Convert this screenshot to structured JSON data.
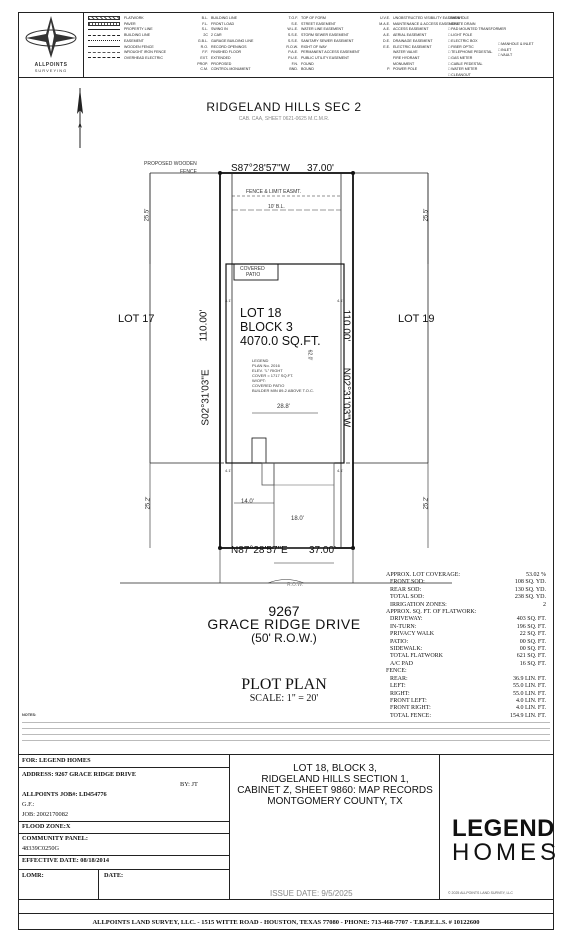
{
  "legend": {
    "company_name": "ALLPOINTS",
    "company_sub": "SURVEYING",
    "line_types": [
      "FLATWORK",
      "PAVER",
      "PROPERTY LINE",
      "BUILDING LINE",
      "EASEMENT",
      "WOODEN FENCE",
      "WROUGHT IRON FENCE",
      "OVERHEAD ELECTRIC"
    ],
    "abbrev_col1": [
      [
        "B.L.",
        "BUILDING LINE"
      ],
      [
        "F.L.",
        "FRONT LOAD"
      ],
      [
        "S.L.",
        "SWING IN"
      ],
      [
        "2C",
        "2 CAR"
      ],
      [
        "G.B.L.",
        "GARAGE BUILDING LINE"
      ],
      [
        "R.O.",
        "RECORD OPENINGS"
      ],
      [
        "F.F.",
        "FINISHED FLOOR"
      ],
      [
        "EXT.",
        "EXTENDED"
      ],
      [
        "PROP.",
        "PROPOSED"
      ],
      [
        "C.M.",
        "CONTROL MONUMENT"
      ]
    ],
    "abbrev_col2": [
      [
        "T.O.F.",
        "TOP OF FORM"
      ],
      [
        "S.E.",
        "STREET EASEMENT"
      ],
      [
        "W.L.E.",
        "WATER LINE EASEMENT"
      ],
      [
        "S.S.E.",
        "STORM SEWER EASEMENT"
      ],
      [
        "S.S.E.",
        "SANITARY SEWER EASEMENT"
      ],
      [
        "R.O.W.",
        "RIGHT OF WAY"
      ],
      [
        "P.A.E.",
        "PERMANENT ACCESS EASEMENT"
      ],
      [
        "P.U.E.",
        "PUBLIC UTILITY EASEMENT"
      ],
      [
        "F.N.",
        "FOUND"
      ],
      [
        "BND.",
        "BOUND"
      ]
    ],
    "abbrev_col3": [
      [
        "U.V.E.",
        "UNOBSTRUCTED VISIBILITY EASEMENT"
      ],
      [
        "M.A.E.",
        "MAINTENANCE & ACCESS EASEMENT"
      ],
      [
        "A.E.",
        "ACCESS EASEMENT"
      ],
      [
        "A.E.",
        "AERIAL EASEMENT"
      ],
      [
        "D.E.",
        "DRAINAGE EASEMENT"
      ],
      [
        "E.E.",
        "ELECTRIC EASEMENT"
      ],
      [
        "",
        "WATER VALVE"
      ],
      [
        "",
        "FIRE HYDRANT"
      ],
      [
        "",
        "MONUMENT"
      ],
      [
        "P.",
        "POWER POLE"
      ]
    ],
    "abbrev_col4": [
      "MANHOLE",
      "GRATE DRAIN",
      "PAD MOUNTED TRANSFORMER",
      "LIGHT POLE",
      "ELECTRIC BOX",
      "FIBER OPTIC",
      "TELEPHONE PEDESTAL",
      "GAS METER",
      "CABLE PEDESTAL",
      "WATER METER",
      "CLEANOUT"
    ],
    "abbrev_col5": [
      "MANHOLE & INLET",
      "INLET",
      "VAULT"
    ]
  },
  "plan": {
    "subdivision": "RIDGELAND HILLS SEC 2",
    "cab_ref": "CAB. CAA, SHEET 0621-0625 M.C.M.R.",
    "top_bearing": "S87°28'57\"W",
    "top_distance": "37.00'",
    "proposed_fence_1": "PROPOSED WOODEN",
    "proposed_fence_2": "FENCE",
    "fence_label_top": "FENCE & LIMIT EASMT.",
    "bl_top": "10' B.L.",
    "dim_left_top": "25.5'",
    "dim_right_top": "25.5'",
    "covered_patio_1": "COVERED",
    "covered_patio_2": "PATIO",
    "lot_left": "LOT 17",
    "lot_right": "LOT 19",
    "lot_line1": "LOT 18",
    "lot_line2": "BLOCK 3",
    "lot_line3": "4070.0 SQ.FT.",
    "left_dim": "110.00'",
    "right_dim": "110.00'",
    "left_bearing": "S02°31'03\"E",
    "right_bearing": "N02°31'03\"W",
    "side_41_a": "4.1'",
    "side_41_b": "4.1'",
    "side_41_c": "4.1'",
    "side_41_d": "4.1'",
    "house_width": "28.8'",
    "house_side": "62.0'",
    "house_note": [
      "LEGEND",
      "PLAN No. 2016",
      "ELEV. \"L\" RIGHT",
      "COVER = 1717 SQ.FT.",
      "W/OPT:",
      "COVERED PATIO",
      "BUILDER MIN 89-2 ABOVE T.O.C."
    ],
    "dim_left_bot": "25.2'",
    "dim_right_bot": "25.2'",
    "drive_dim": "14.0'",
    "drive_dim2": "18.0'",
    "bottom_bearing": "N87°28'57\"E",
    "bottom_distance": "37.00'",
    "row_label": "R.O.W.",
    "address_number": "9267",
    "street_name": "GRACE RIDGE DRIVE",
    "street_row": "(50' R.O.W.)",
    "plot_plan_title": "PLOT PLAN",
    "scale": "SCALE: 1\" = 20'"
  },
  "coverage": {
    "title": "APPROX. LOT COVERAGE:",
    "value": "53.02 %",
    "rows": [
      [
        "FRONT SOD:",
        "108 SQ. YD."
      ],
      [
        "REAR SOD:",
        "130 SQ. YD."
      ],
      [
        "TOTAL SOD:",
        "238 SQ. YD."
      ],
      [
        "IRRIGATION ZONES:",
        "2"
      ]
    ],
    "flatwork_title": "APPROX. SQ. FT. OF FLATWORK:",
    "flatwork": [
      [
        "DRIVEWAY:",
        "403 SQ. FT."
      ],
      [
        "IN-TURN:",
        "196 SQ. FT."
      ],
      [
        "PRIVACY WALK",
        "22 SQ. FT."
      ],
      [
        "PATIO:",
        "00 SQ. FT."
      ],
      [
        "SIDEWALK:",
        "00 SQ. FT."
      ],
      [
        "TOTAL FLATWORK",
        "621 SQ. FT."
      ],
      [
        "A/C PAD",
        "16 SQ. FT."
      ]
    ],
    "fence_title": "FENCE:",
    "fence": [
      [
        "REAR:",
        "36.9 LIN. FT."
      ],
      [
        "LEFT:",
        "55.0 LIN. FT."
      ],
      [
        "RIGHT:",
        "55.0 LIN. FT."
      ],
      [
        "FRONT LEFT:",
        "4.0 LIN. FT."
      ],
      [
        "FRONT RIGHT:",
        "4.0 LIN. FT."
      ],
      [
        "TOTAL FENCE:",
        "154.9 LIN. FT."
      ]
    ]
  },
  "notes_label": "NOTES:",
  "title_block": {
    "for": "FOR:  LEGEND HOMES",
    "address": "ADDRESS: 9267 GRACE RIDGE DRIVE",
    "by": "BY: JT",
    "job_no": "ALLPOINTS JOB#: LD454776",
    "gf": "G.F.:",
    "job": "JOB: 2002170082",
    "flood": "FLOOD ZONE:X",
    "panel_label": "COMMUNITY PANEL:",
    "panel": "48339C0250G",
    "effective": "EFFECTIVE DATE: 08/18/2014",
    "lomr": "LOMR:",
    "date": "DATE:",
    "legal": [
      "LOT 18, BLOCK 3,",
      "RIDGELAND HILLS SECTION 1,",
      "CABINET Z, SHEET 9860: MAP RECORDS",
      "MONTGOMERY COUNTY, TX"
    ],
    "issue_date": "ISSUE DATE: 9/5/2025",
    "brand_line1": "LEGEND",
    "brand_line2": "HOMES",
    "copyright": "© 2025 ALLPOINTS LAND SURVEY, LLC",
    "footer": "ALLPOINTS LAND SURVEY, LLC. - 1515 WITTE ROAD - HOUSTON, TEXAS 77080 - PHONE: 713-468-7707 - T.B.P.E.L.S. # 10122600"
  }
}
